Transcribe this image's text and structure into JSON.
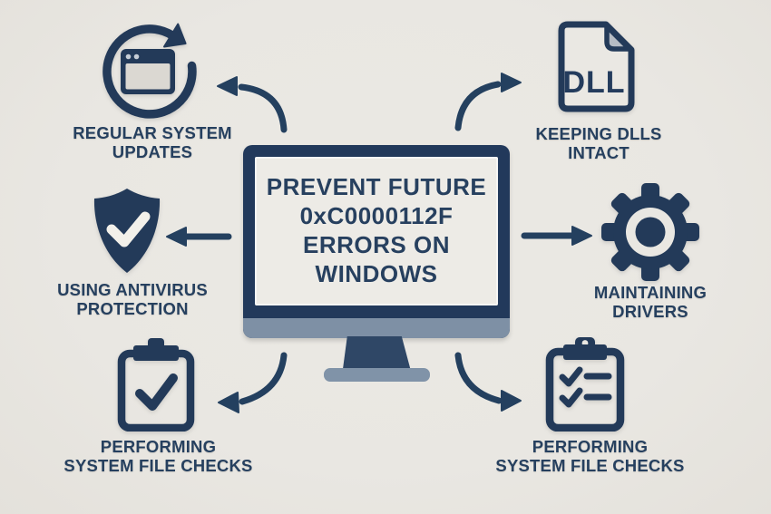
{
  "monitor": {
    "screen_lines": [
      "PREVENT FUTURE",
      "0xC0000112F",
      "ERRORS ON",
      "WINDOWS"
    ]
  },
  "nodes": {
    "updates": {
      "icon": "system-update-refresh-icon",
      "line1": "REGULAR SYSTEM",
      "line2": "UPDATES"
    },
    "dll": {
      "icon": "dll-file-icon",
      "badge": "DLL",
      "line1": "KEEPING DLLS",
      "line2": "INTACT"
    },
    "antivirus": {
      "icon": "shield-check-icon",
      "line1": "USING ANTIVIRUS",
      "line2": "PROTECTION"
    },
    "drivers": {
      "icon": "gear-icon",
      "line1": "MAINTAINING",
      "line2": "DRIVERS"
    },
    "sfc_left": {
      "icon": "clipboard-check-icon",
      "line1": "PERFORMING",
      "line2": "SYSTEM FILE CHECKS"
    },
    "sfc_right": {
      "icon": "clipboard-checklist-icon",
      "line1": "PERFORMING",
      "line2": "SYSTEM FILE CHECKS"
    }
  },
  "colors": {
    "background": "#e9e7e2",
    "ink": "#26405f",
    "icon_fill": "#233a59",
    "monitor_bezel": "#22395b",
    "monitor_chin": "#7e90a5",
    "monitor_base": "#8093a8",
    "screen": "#edebe6",
    "fold": "#b6bcc4",
    "window_body": "#dbd8d2",
    "check_light": "#f2f0ea"
  }
}
